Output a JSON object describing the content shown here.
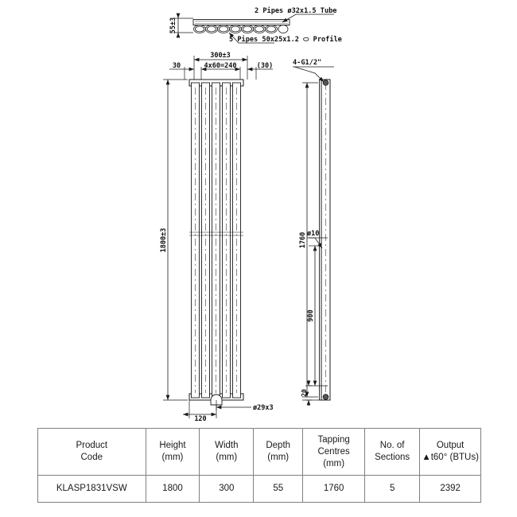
{
  "drawing": {
    "notes": {
      "pipes_tube": "2 Pipes ø32x1.5 Tube",
      "pipes_profile": "5 Pipes  50x25x1.2  ⬭ Profile",
      "tappings": "4-G1/2\""
    },
    "top_view": {
      "depth": "55±3"
    },
    "front_view": {
      "overall_width": "300±3",
      "left_margin": "30",
      "spacing": "4x60=240",
      "right_margin": "(30)",
      "overall_height": "1800±3",
      "bottom_centres": "120",
      "bottom_pipe": "ø29x3"
    },
    "side_view": {
      "tapping_centres": "1760",
      "valve_height": "900",
      "bottom_offset": "20",
      "hole_dia": "ø10"
    }
  },
  "table": {
    "headers": [
      [
        "Product",
        "Code"
      ],
      [
        "Height",
        "(mm)"
      ],
      [
        "Width",
        "(mm)"
      ],
      [
        "Depth",
        "(mm)"
      ],
      [
        "Tapping",
        "Centres",
        "(mm)"
      ],
      [
        "No. of",
        "Sections"
      ],
      [
        "Output",
        "▲t60° (BTUs)"
      ]
    ],
    "rows": [
      {
        "product_code": "KLASP1831VSW",
        "height_mm": "1800",
        "width_mm": "300",
        "depth_mm": "55",
        "tapping_centres_mm": "1760",
        "no_of_sections": "5",
        "output_btus": "2392"
      }
    ]
  },
  "colors": {
    "line": "#1a1a1a",
    "fill_light": "#f2f2f2",
    "table_border": "#808080"
  }
}
